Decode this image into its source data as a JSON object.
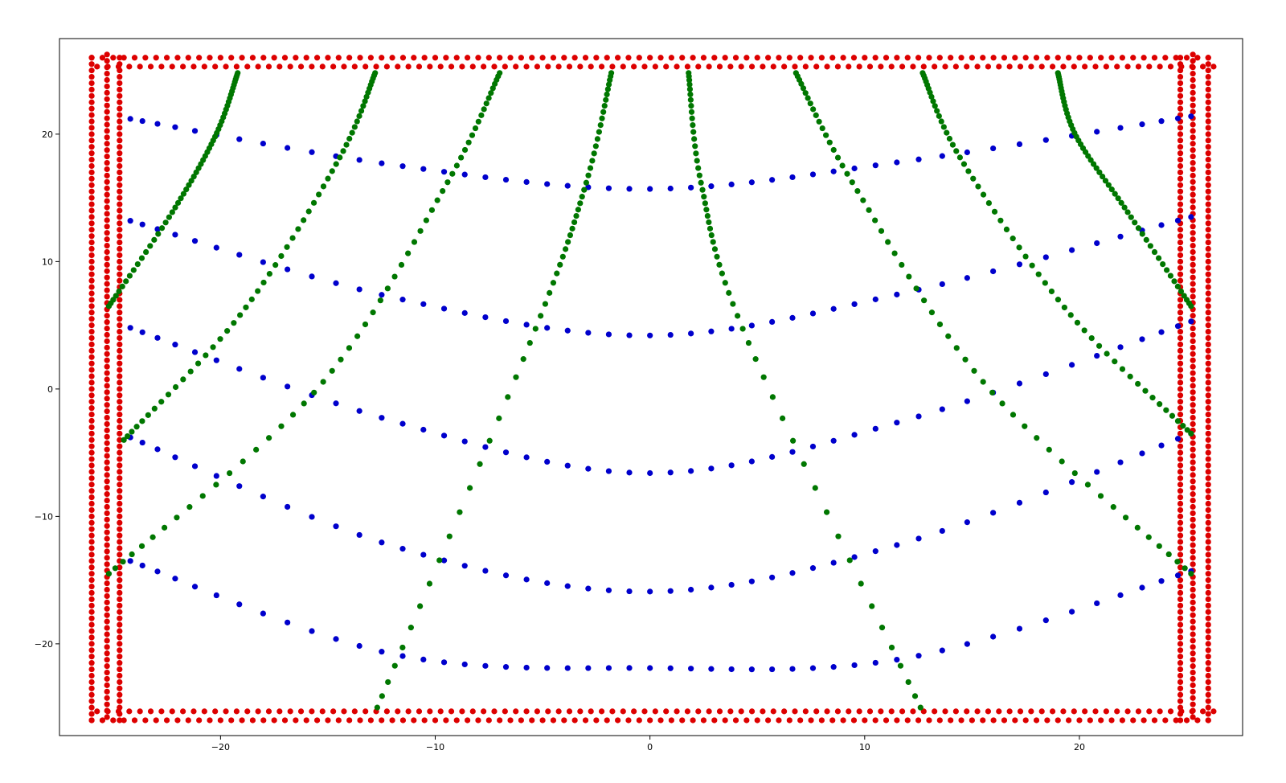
{
  "chart_data": {
    "type": "scatter",
    "title": "",
    "xlabel": "",
    "ylabel": "",
    "xlim": [
      -27.5,
      27.6
    ],
    "ylim": [
      -27.2,
      27.5
    ],
    "grid": false,
    "xticks": [
      -20,
      -10,
      0,
      10,
      20
    ],
    "yticks": [
      -20,
      -10,
      0,
      10,
      20
    ],
    "xtick_labels": [
      "−20",
      "−10",
      "0",
      "10",
      "20"
    ],
    "ytick_labels": [
      "−20",
      "−10",
      "0",
      "10",
      "20"
    ],
    "colors": {
      "boundary": "#dd0000",
      "horizontal": "#0000cc",
      "vertical": "#007700"
    },
    "boundary": {
      "x_outer": [
        -26,
        26
      ],
      "y_outer": [
        -26,
        26
      ],
      "inner_offset": 1.3,
      "spacing": 0.5,
      "top_offset": 0.7,
      "bottom_offset": 0.7
    },
    "blue_curves": [
      {
        "x": [
          -24.2,
          -12,
          0,
          12,
          25.2
        ],
        "y": [
          21.2,
          17.6,
          15.7,
          17.9,
          21.4
        ]
      },
      {
        "x": [
          -24.2,
          -12,
          0,
          12,
          25.2
        ],
        "y": [
          13.2,
          7.2,
          4.2,
          7.6,
          13.5
        ]
      },
      {
        "x": [
          -24.2,
          -12,
          0,
          12,
          25.2
        ],
        "y": [
          4.8,
          -2.5,
          -6.6,
          -2.4,
          5.3
        ]
      },
      {
        "x": [
          -24.2,
          -12,
          0,
          12,
          25.2
        ],
        "y": [
          -3.8,
          -12.3,
          -15.9,
          -12,
          -3.5
        ]
      },
      {
        "x": [
          -24.2,
          -12,
          0,
          12,
          25.2
        ],
        "y": [
          -13.5,
          -20.8,
          -21.9,
          -21.1,
          -14.3
        ]
      }
    ],
    "green_curves": [
      {
        "x": [
          -19.2,
          -20.2,
          -22.2,
          -25.2
        ],
        "y": [
          24.8,
          20,
          14,
          6.5
        ]
      },
      {
        "x": [
          -12.8,
          -14.5,
          -19,
          -24.5
        ],
        "y": [
          24.8,
          18,
          6,
          -4
        ]
      },
      {
        "x": [
          -7,
          -9.5,
          -15.5,
          -25.2
        ],
        "y": [
          24.8,
          16,
          0,
          -14.5
        ]
      },
      {
        "x": [
          -1.8,
          -3,
          -5.5,
          -12.7
        ],
        "y": [
          24.8,
          16,
          4,
          -25
        ]
      },
      {
        "x": [
          1.8,
          2.4,
          4.5,
          12.6
        ],
        "y": [
          24.8,
          16,
          4,
          -25
        ]
      },
      {
        "x": [
          6.8,
          9.5,
          15.8,
          25.2
        ],
        "y": [
          24.8,
          16,
          0,
          -14.5
        ]
      },
      {
        "x": [
          12.7,
          14.5,
          19.5,
          25.2
        ],
        "y": [
          24.8,
          18,
          6,
          -3.5
        ]
      },
      {
        "x": [
          19,
          19.8,
          22.2,
          25.2
        ],
        "y": [
          24.8,
          20,
          14,
          6.5
        ]
      }
    ]
  }
}
